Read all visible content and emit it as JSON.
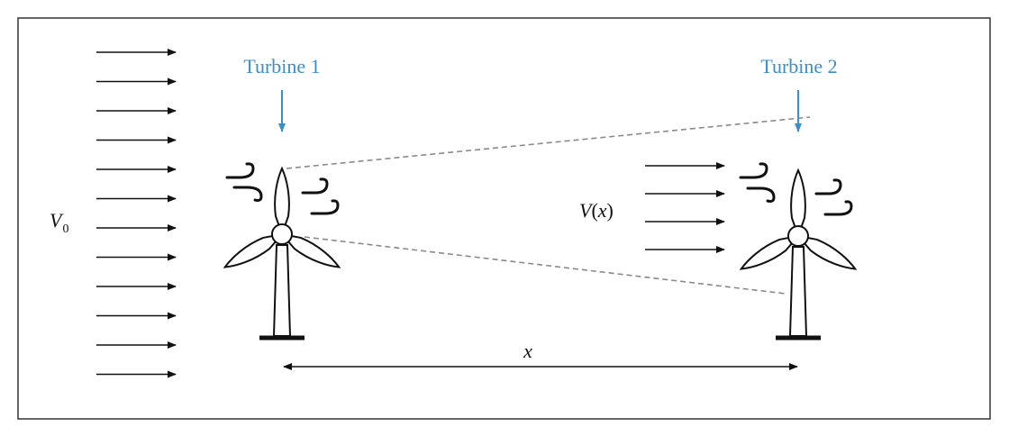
{
  "colors": {
    "frame": "#333333",
    "ink": "#111111",
    "accent": "#3a8fc8",
    "wake_line": "#8a8a8a"
  },
  "labels": {
    "turbine1": "Turbine 1",
    "turbine2": "Turbine 2",
    "free_stream_symbol": "V",
    "free_stream_subscript": "0",
    "wake_speed_symbol": "V",
    "wake_speed_open": "(",
    "wake_speed_var": "x",
    "wake_speed_close": ")",
    "distance": "x"
  },
  "flow": {
    "free_stream_arrow_count": 12,
    "wake_arrow_count": 4
  },
  "icons": {
    "turbine": "wind-turbine-icon",
    "gust": "wind-gust-icon",
    "pointer": "arrow-down-icon",
    "flow": "arrow-right-icon"
  }
}
